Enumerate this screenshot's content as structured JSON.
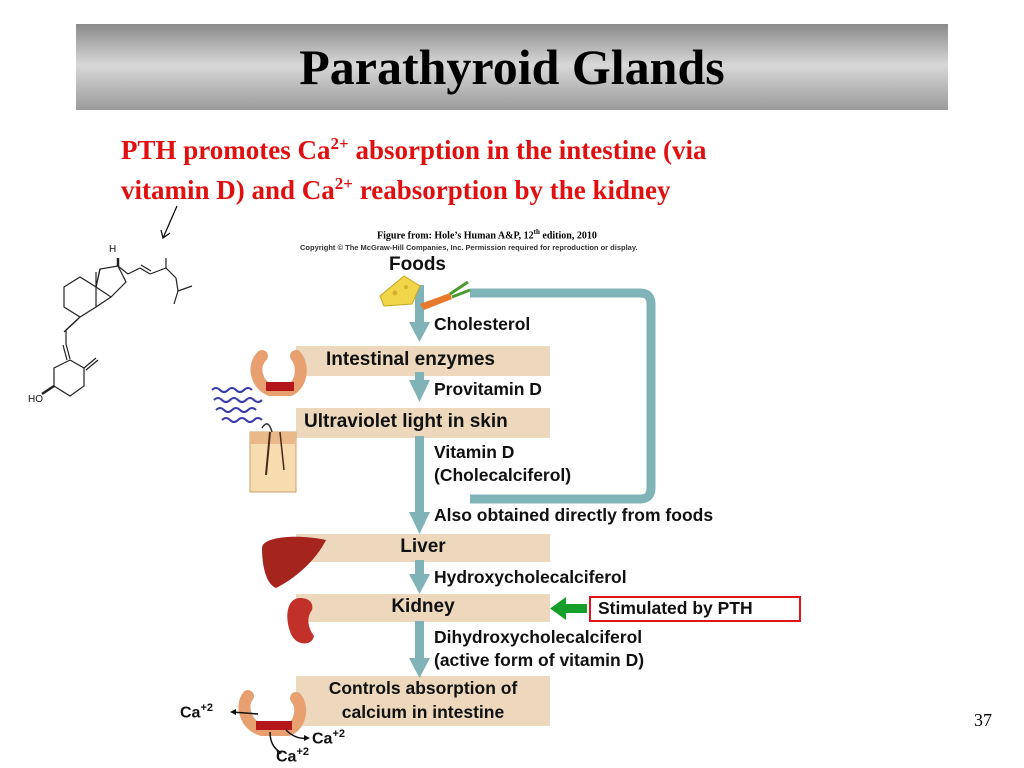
{
  "slide": {
    "title": "Parathyroid Glands",
    "subtitle_line1_pre": "PTH promotes Ca",
    "subtitle_line1_sup": "2+",
    "subtitle_line1_post": " absorption in the intestine (via",
    "subtitle_line2_pre": "vitamin D) and Ca",
    "subtitle_line2_sup": "2+",
    "subtitle_line2_post": " reabsorption by the kidney",
    "credit_pre": "Figure from: Hole’s Human A&P, 12",
    "credit_sup": "th",
    "credit_post": " edition, 2010",
    "copyright": "Copyright © The McGraw-Hill Companies, Inc. Permission required for reproduction or display.",
    "page_number": "37"
  },
  "diagram": {
    "foods": "Foods",
    "cholesterol": "Cholesterol",
    "intestinal_enzymes": "Intestinal enzymes",
    "provitamin_d": "Provitamin D",
    "uv_light": "Ultraviolet light in skin",
    "vitamin_d": "Vitamin D",
    "cholecalciferol": "(Cholecalciferol)",
    "also_obtained": "Also obtained directly from foods",
    "liver": "Liver",
    "hydroxy": "Hydroxycholecalciferol",
    "kidney": "Kidney",
    "stimulated": "Stimulated by PTH",
    "dihydroxy": "Dihydroxycholecalciferol",
    "active_form": "(active form of vitamin D)",
    "controls_line1": "Controls absorption of",
    "controls_line2": "calcium in intestine",
    "ca_base": "Ca",
    "ca_sup": "+2"
  },
  "molecule": {
    "h_label": "H",
    "ho_label": "HO"
  },
  "colors": {
    "subtitle": "#e01010",
    "band": "#edd7bd",
    "pathway": "#7fb3b8",
    "pth_highlight": "#e0151c",
    "pth_arrow": "#16a02a"
  }
}
